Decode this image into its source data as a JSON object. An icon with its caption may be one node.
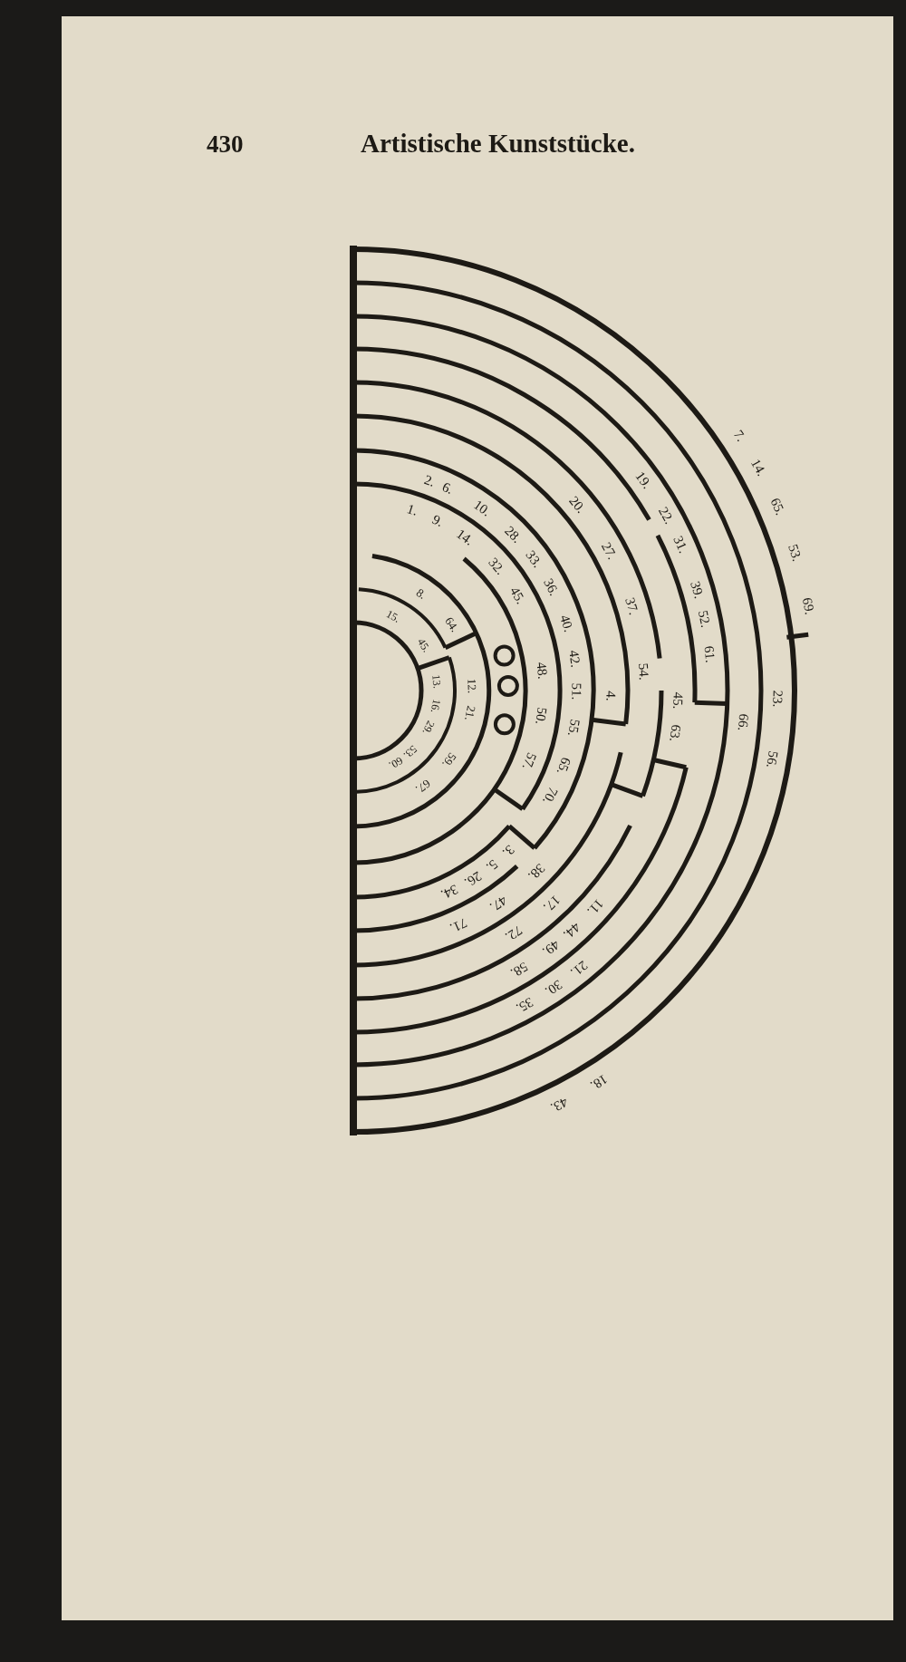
{
  "diagram": {
    "title": "Artistische Kunststücke.",
    "labels": [
      "430",
      "7.",
      "14.",
      "65.",
      "53.",
      "69.",
      "18.",
      "43.",
      "23.",
      "56.",
      "66.",
      "19.",
      "22.",
      "31.",
      "39.",
      "52.",
      "61.",
      "21.",
      "30.",
      "35.",
      "45.",
      "63.",
      "11.",
      "44.",
      "49.",
      "58.",
      "20.",
      "27.",
      "37.",
      "54.",
      "17.",
      "72.",
      "4.",
      "38.",
      "47.",
      "71.",
      "2.",
      "6.",
      "10.",
      "28.",
      "33.",
      "36.",
      "40.",
      "42.",
      "51.",
      "55.",
      "65.",
      "70.",
      "3.",
      "5.",
      "26.",
      "34.",
      "1.",
      "9.",
      "14.",
      "32.",
      "45.",
      "48.",
      "50.",
      "57.",
      "8.",
      "64.",
      "12.",
      "21.",
      "59.",
      "67.",
      "15.",
      "45.",
      "13.",
      "16.",
      "29.",
      "53.",
      "60."
    ]
  }
}
